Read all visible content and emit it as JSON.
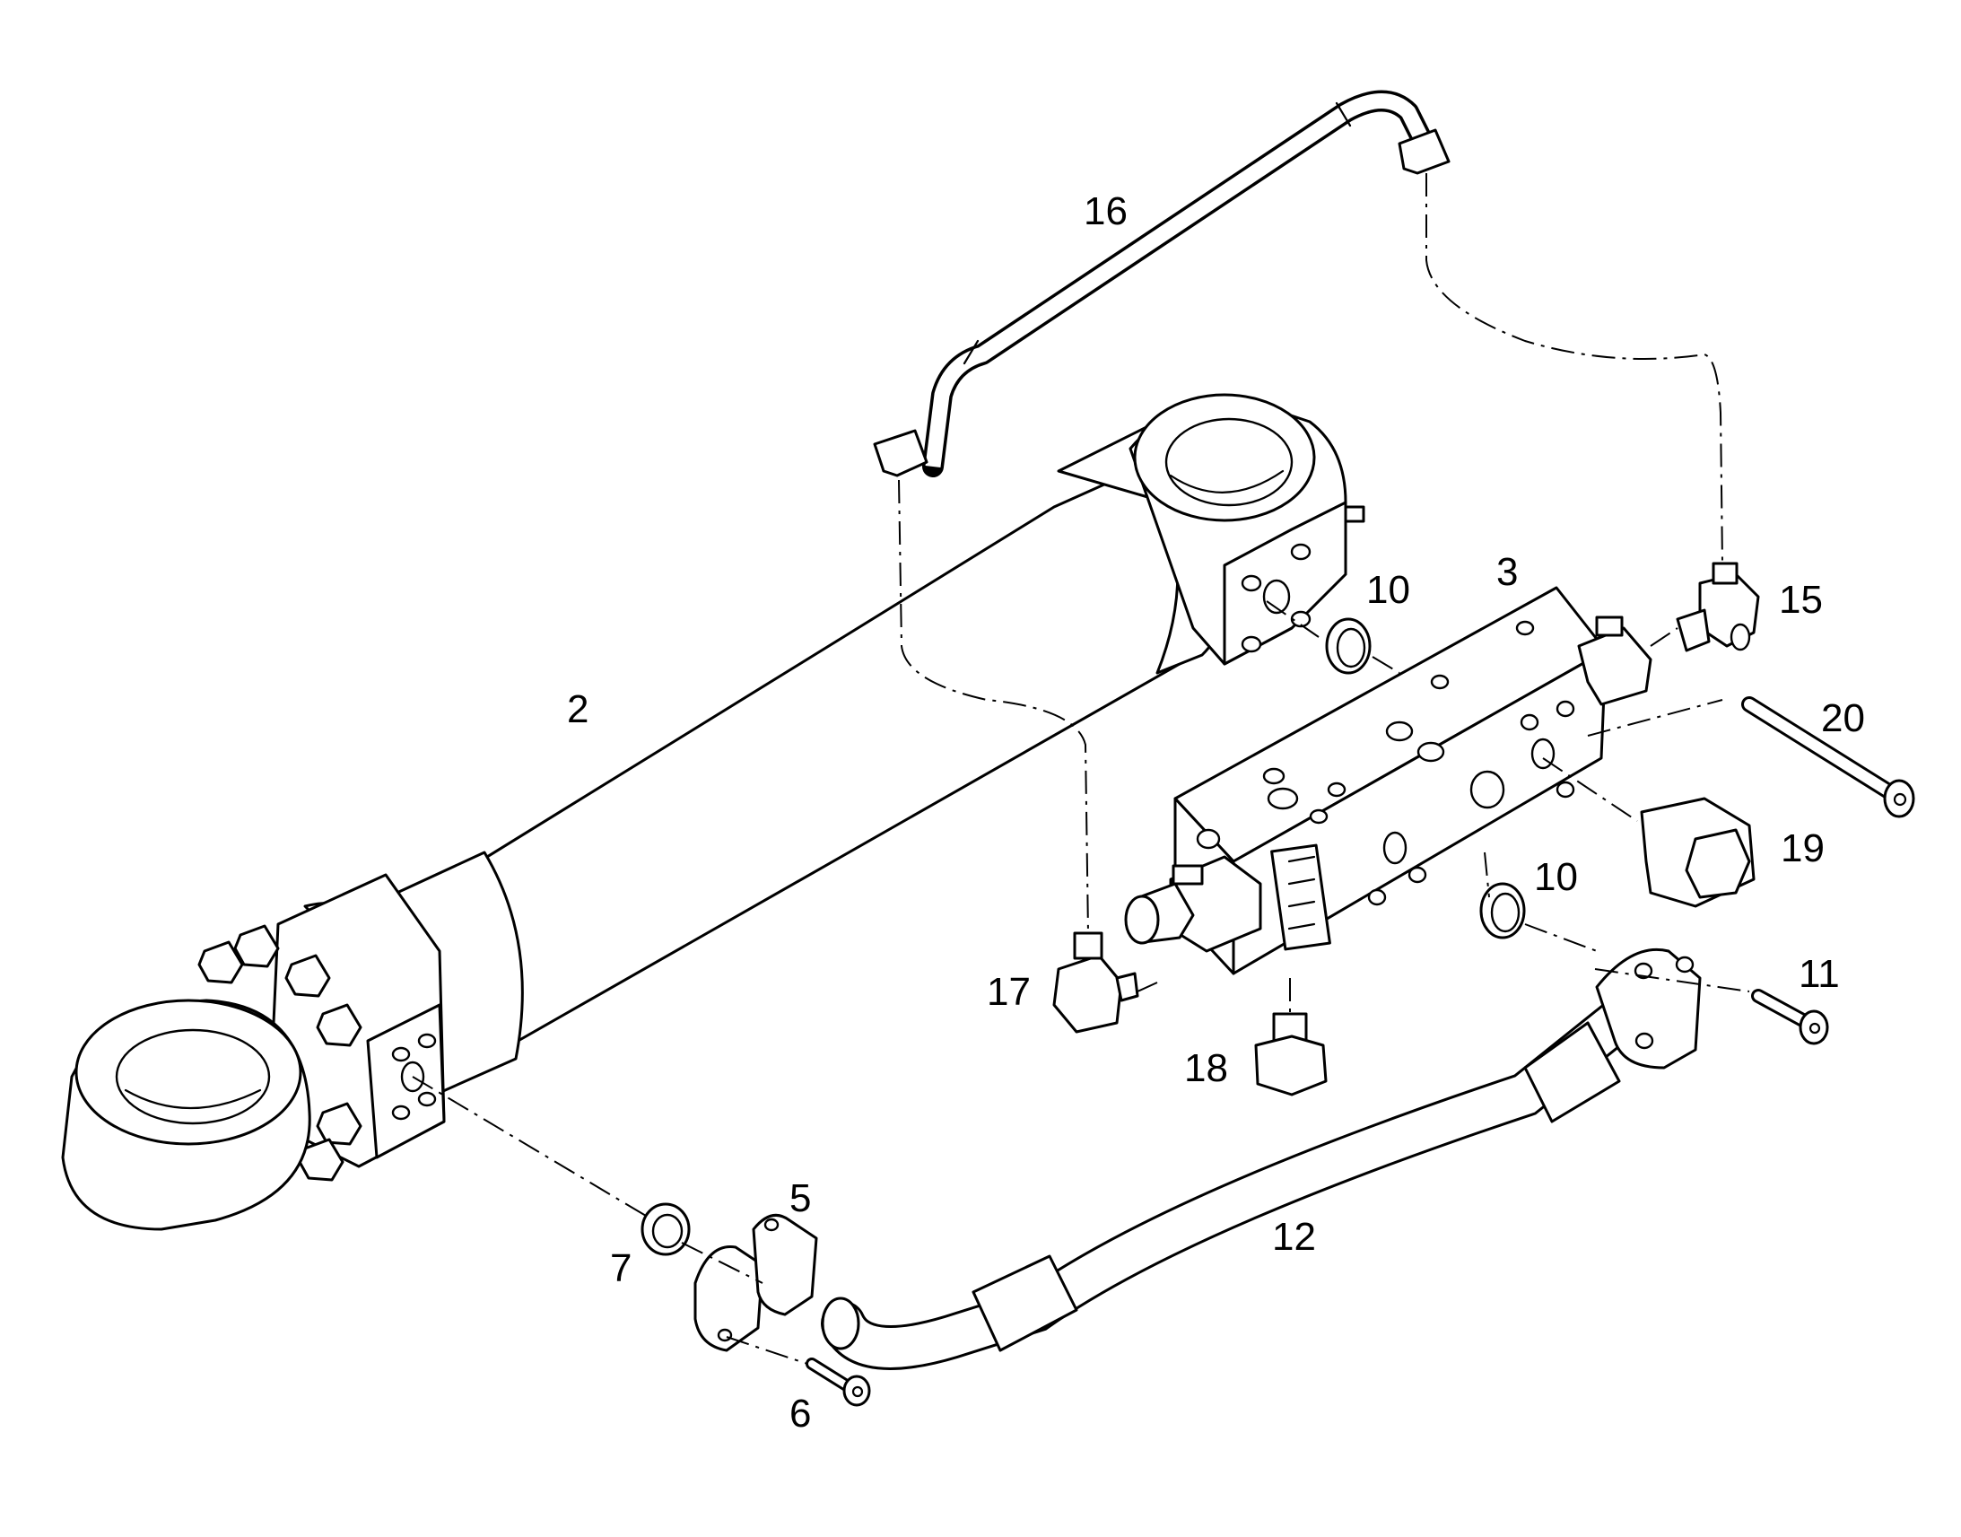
{
  "callouts": [
    {
      "id": "2",
      "text": "2"
    },
    {
      "id": "3",
      "text": "3"
    },
    {
      "id": "5",
      "text": "5"
    },
    {
      "id": "6",
      "text": "6"
    },
    {
      "id": "7",
      "text": "7"
    },
    {
      "id": "10a",
      "text": "10"
    },
    {
      "id": "10b",
      "text": "10"
    },
    {
      "id": "11",
      "text": "11"
    },
    {
      "id": "12",
      "text": "12"
    },
    {
      "id": "15",
      "text": "15"
    },
    {
      "id": "16",
      "text": "16"
    },
    {
      "id": "17",
      "text": "17"
    },
    {
      "id": "18",
      "text": "18"
    },
    {
      "id": "19",
      "text": "19"
    },
    {
      "id": "20",
      "text": "20"
    }
  ]
}
